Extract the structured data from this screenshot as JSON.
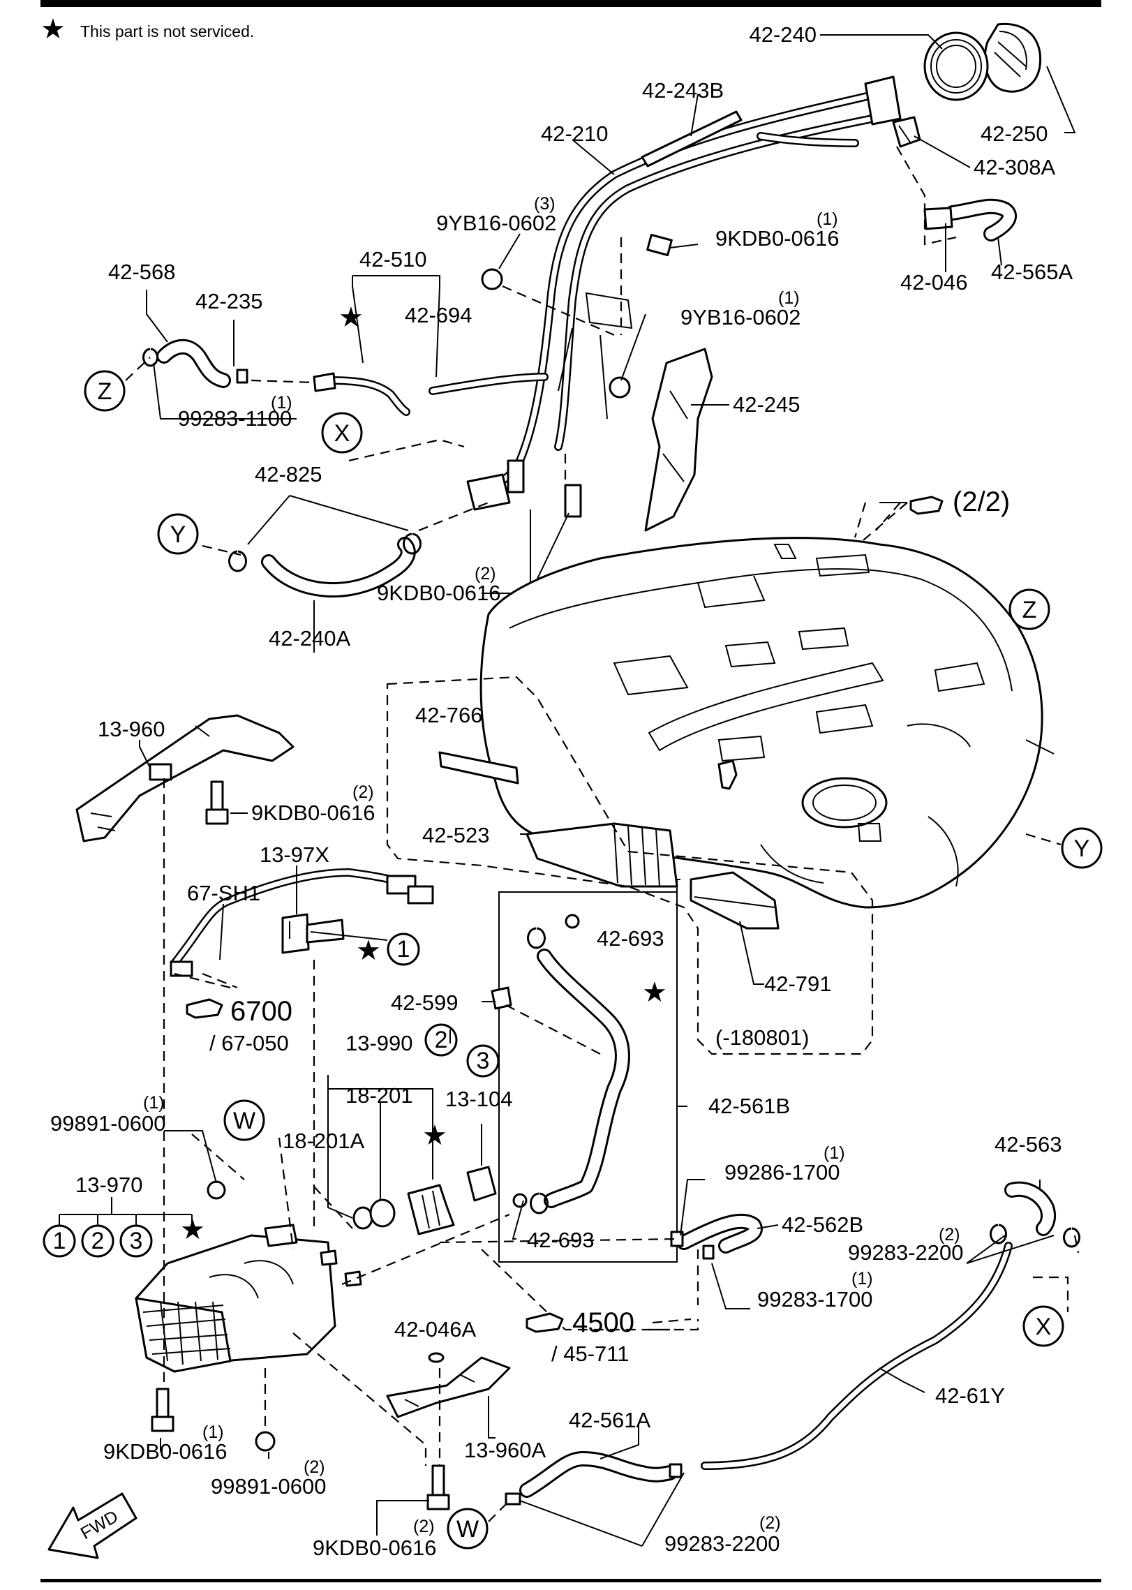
{
  "header": {
    "star_glyph": "★",
    "note": "This part is not serviced."
  },
  "labels": {
    "p42_240": "42-240",
    "p42_243B": "42-243B",
    "p42_210": "42-210",
    "p42_250": "42-250",
    "p42_308A": "42-308A",
    "p42_046": "42-046",
    "p42_565A": "42-565A",
    "p9YB16_top": "9YB16-0602",
    "p9KDB0_top": "9KDB0-0616",
    "p9YB16_mid": "9YB16-0602",
    "p42_510": "42-510",
    "p42_694": "42-694",
    "p42_568": "42-568",
    "p42_235": "42-235",
    "p99283_1100": "99283-1100",
    "p42_245": "42-245",
    "p42_825": "42-825",
    "p9KDB0_mid": "9KDB0-0616",
    "p42_240A": "42-240A",
    "ref_2_2": "(2/2)",
    "p13_960": "13-960",
    "p42_766": "42-766",
    "p9KDB0_brk": "9KDB0-0616",
    "p42_523": "42-523",
    "p13_97X": "13-97X",
    "p67_SH1": "67-SH1",
    "p42_693_top": "42-693",
    "p42_791": "42-791",
    "p42_599": "42-599",
    "ref_6700": "6700",
    "ref_67_050": "/ 67-050",
    "p13_990": "13-990",
    "p13_104": "13-104",
    "p18_201": "18-201",
    "p18_201A": "18-201A",
    "p42_561B": "42-561B",
    "date_code": "(-180801)",
    "p99891_top": "99891-0600",
    "p13_970": "13-970",
    "p99286_1700": "99286-1700",
    "p42_562B": "42-562B",
    "p42_563": "42-563",
    "p99283_2200_r": "99283-2200",
    "p99283_1700": "99283-1700",
    "p42_693_bot": "42-693",
    "ref_4500": "4500",
    "ref_45_711": "/ 45-711",
    "p42_046A": "42-046A",
    "p42_61Y": "42-61Y",
    "p13_960A": "13-960A",
    "p42_561A": "42-561A",
    "p9KDB0_bl": "9KDB0-0616",
    "p99891_bot": "99891-0600",
    "p9KDB0_bot": "9KDB0-0616",
    "p99283_2200_b": "99283-2200",
    "fwd": "FWD"
  },
  "quantities": {
    "q9YB16_top": "(3)",
    "q9KDB0_top": "(1)",
    "q9YB16_mid": "(1)",
    "q99283_1100": "(1)",
    "q9KDB0_mid": "(2)",
    "q9KDB0_brk": "(2)",
    "q99891_top": "(1)",
    "q99286_1700": "(1)",
    "q99283_2200_r": "(2)",
    "q99283_1700": "(1)",
    "q9KDB0_bl": "(1)",
    "q99891_bot": "(2)",
    "q9KDB0_bot": "(2)",
    "q99283_2200_b": "(2)"
  },
  "callouts": {
    "X": "X",
    "Y": "Y",
    "Z": "Z",
    "W": "W",
    "c1": "1",
    "c2": "2",
    "c3": "3"
  }
}
